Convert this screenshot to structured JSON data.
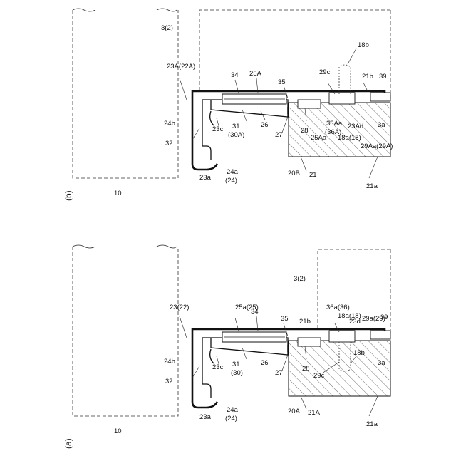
{
  "figures": [
    {
      "id": "a",
      "caption": "(a)",
      "labels": {
        "ref_10": "10",
        "ref_20": "20A",
        "ref_21": "21A",
        "ref_21a": "21a",
        "ref_21b": "21b",
        "ref_22": "23(22)",
        "ref_23a": "23a",
        "ref_23c": "23c",
        "ref_23d": "23d",
        "ref_24a": "24a",
        "ref_24": "(24)",
        "ref_24b": "24b",
        "ref_25": "25a(25)",
        "ref_26": "26",
        "ref_27": "27",
        "ref_28": "28",
        "ref_29": "29a(29)",
        "ref_29c": "29c",
        "ref_3": "3(2)",
        "ref_31": "31",
        "ref_30": "(30)",
        "ref_32": "32",
        "ref_34": "34",
        "ref_35": "35",
        "ref_36": "36a(36)",
        "ref_18": "18a(18)",
        "ref_18b": "18b",
        "ref_39": "39",
        "ref_3a": "3a"
      }
    },
    {
      "id": "b",
      "caption": "(b)",
      "labels": {
        "ref_10": "10",
        "ref_20": "20B",
        "ref_21": "21",
        "ref_21a": "21a",
        "ref_21b": "21b",
        "ref_22": "23A(22A)",
        "ref_23a": "23a",
        "ref_23c": "23c",
        "ref_23d": "23Ad",
        "ref_24a": "24a",
        "ref_24": "(24)",
        "ref_24b": "24b",
        "ref_25": "25A",
        "ref_25aa": "25Aa",
        "ref_26": "26",
        "ref_27": "27",
        "ref_28": "28",
        "ref_29": "29Aa(29A)",
        "ref_29c": "29c",
        "ref_3": "3(2)",
        "ref_31": "31",
        "ref_30": "(30A)",
        "ref_32": "32",
        "ref_34": "34",
        "ref_35": "35",
        "ref_36": "36Aa",
        "ref_36b": "(36A)",
        "ref_18": "18a(18)",
        "ref_18b": "18b",
        "ref_39": "39",
        "ref_3a": "3a"
      }
    }
  ]
}
